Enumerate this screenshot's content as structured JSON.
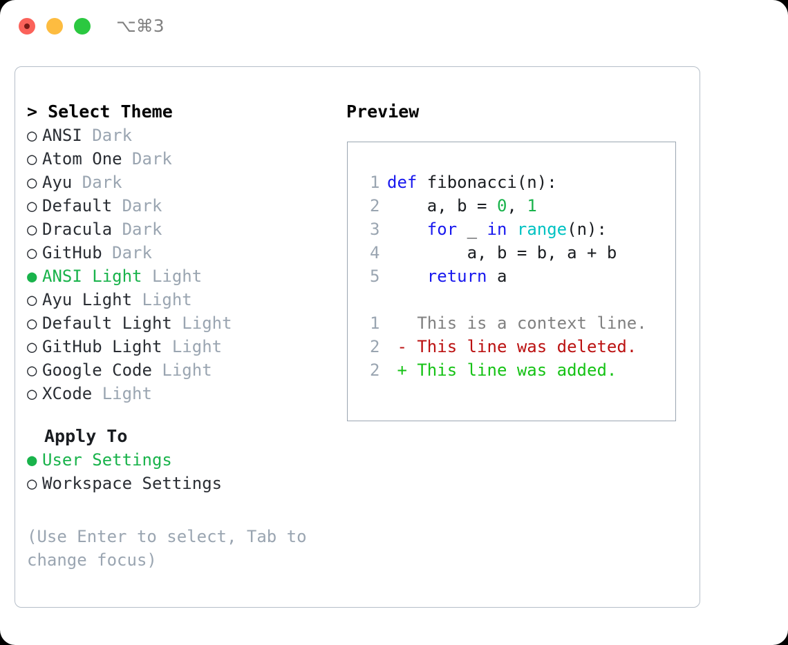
{
  "window": {
    "shortcut": "⌥⌘3",
    "traffic_lights": [
      "close",
      "minimize",
      "maximize"
    ]
  },
  "colors": {
    "accent_green": "#19b34b",
    "muted": "#9aa5b1",
    "text": "#2a2e34",
    "keyword_blue": "#1818ee",
    "function_cyan": "#00c2c2",
    "number_green": "#19b34b",
    "diff_add": "#15c215",
    "diff_del": "#bb1111",
    "diff_ctx": "#808080",
    "border": "#b5bec8"
  },
  "theme_picker": {
    "heading_prompt": ">",
    "heading": "Select Theme",
    "bullet_unselected": "○",
    "bullet_selected": "●",
    "items": [
      {
        "name": "ANSI",
        "variant": "Dark",
        "selected": false
      },
      {
        "name": "Atom One",
        "variant": "Dark",
        "selected": false
      },
      {
        "name": "Ayu",
        "variant": "Dark",
        "selected": false
      },
      {
        "name": "Default",
        "variant": "Dark",
        "selected": false
      },
      {
        "name": "Dracula",
        "variant": "Dark",
        "selected": false
      },
      {
        "name": "GitHub",
        "variant": "Dark",
        "selected": false
      },
      {
        "name": "ANSI Light",
        "variant": "Light",
        "selected": true
      },
      {
        "name": "Ayu Light",
        "variant": "Light",
        "selected": false
      },
      {
        "name": "Default Light",
        "variant": "Light",
        "selected": false
      },
      {
        "name": "GitHub Light",
        "variant": "Light",
        "selected": false
      },
      {
        "name": "Google Code",
        "variant": "Light",
        "selected": false
      },
      {
        "name": "XCode",
        "variant": "Light",
        "selected": false
      }
    ]
  },
  "apply_to": {
    "heading": "Apply To",
    "items": [
      {
        "name": "User Settings",
        "selected": true
      },
      {
        "name": "Workspace Settings",
        "selected": false
      }
    ]
  },
  "hint": "(Use Enter to select, Tab to change focus)",
  "preview": {
    "title": "Preview",
    "code_lines": [
      {
        "no": "1",
        "tokens": [
          {
            "t": "def",
            "c": "kw"
          },
          {
            "t": " fibonacci(n):",
            "c": "pl"
          }
        ]
      },
      {
        "no": "2",
        "tokens": [
          {
            "t": "    a, b = ",
            "c": "pl"
          },
          {
            "t": "0",
            "c": "num"
          },
          {
            "t": ", ",
            "c": "pl"
          },
          {
            "t": "1",
            "c": "num"
          }
        ]
      },
      {
        "no": "3",
        "tokens": [
          {
            "t": "    ",
            "c": "pl"
          },
          {
            "t": "for",
            "c": "kw"
          },
          {
            "t": " _ ",
            "c": "pl"
          },
          {
            "t": "in",
            "c": "kw"
          },
          {
            "t": " ",
            "c": "pl"
          },
          {
            "t": "range",
            "c": "fn"
          },
          {
            "t": "(n):",
            "c": "pl"
          }
        ]
      },
      {
        "no": "4",
        "tokens": [
          {
            "t": "        a, b = b, a + b",
            "c": "pl"
          }
        ]
      },
      {
        "no": "5",
        "tokens": [
          {
            "t": "    ",
            "c": "pl"
          },
          {
            "t": "return",
            "c": "kw"
          },
          {
            "t": " a",
            "c": "pl"
          }
        ]
      }
    ],
    "diff_lines": [
      {
        "no": "1",
        "marker": " ",
        "text": "This is a context line.",
        "kind": "diff-ctx"
      },
      {
        "no": "2",
        "marker": "-",
        "text": "This line was deleted.",
        "kind": "diff-del"
      },
      {
        "no": "2",
        "marker": "+",
        "text": "This line was added.",
        "kind": "diff-add"
      }
    ]
  }
}
